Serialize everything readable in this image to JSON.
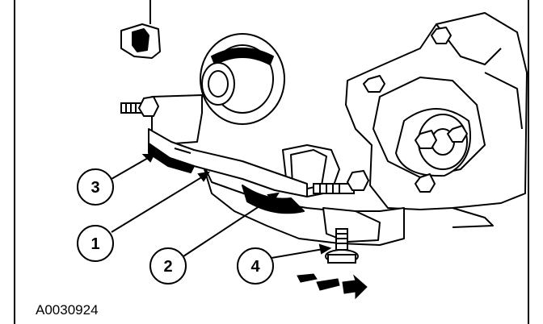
{
  "figure": {
    "id": "A0030924",
    "callouts": [
      {
        "label": "1"
      },
      {
        "label": "2"
      },
      {
        "label": "3"
      },
      {
        "label": "4"
      }
    ]
  }
}
